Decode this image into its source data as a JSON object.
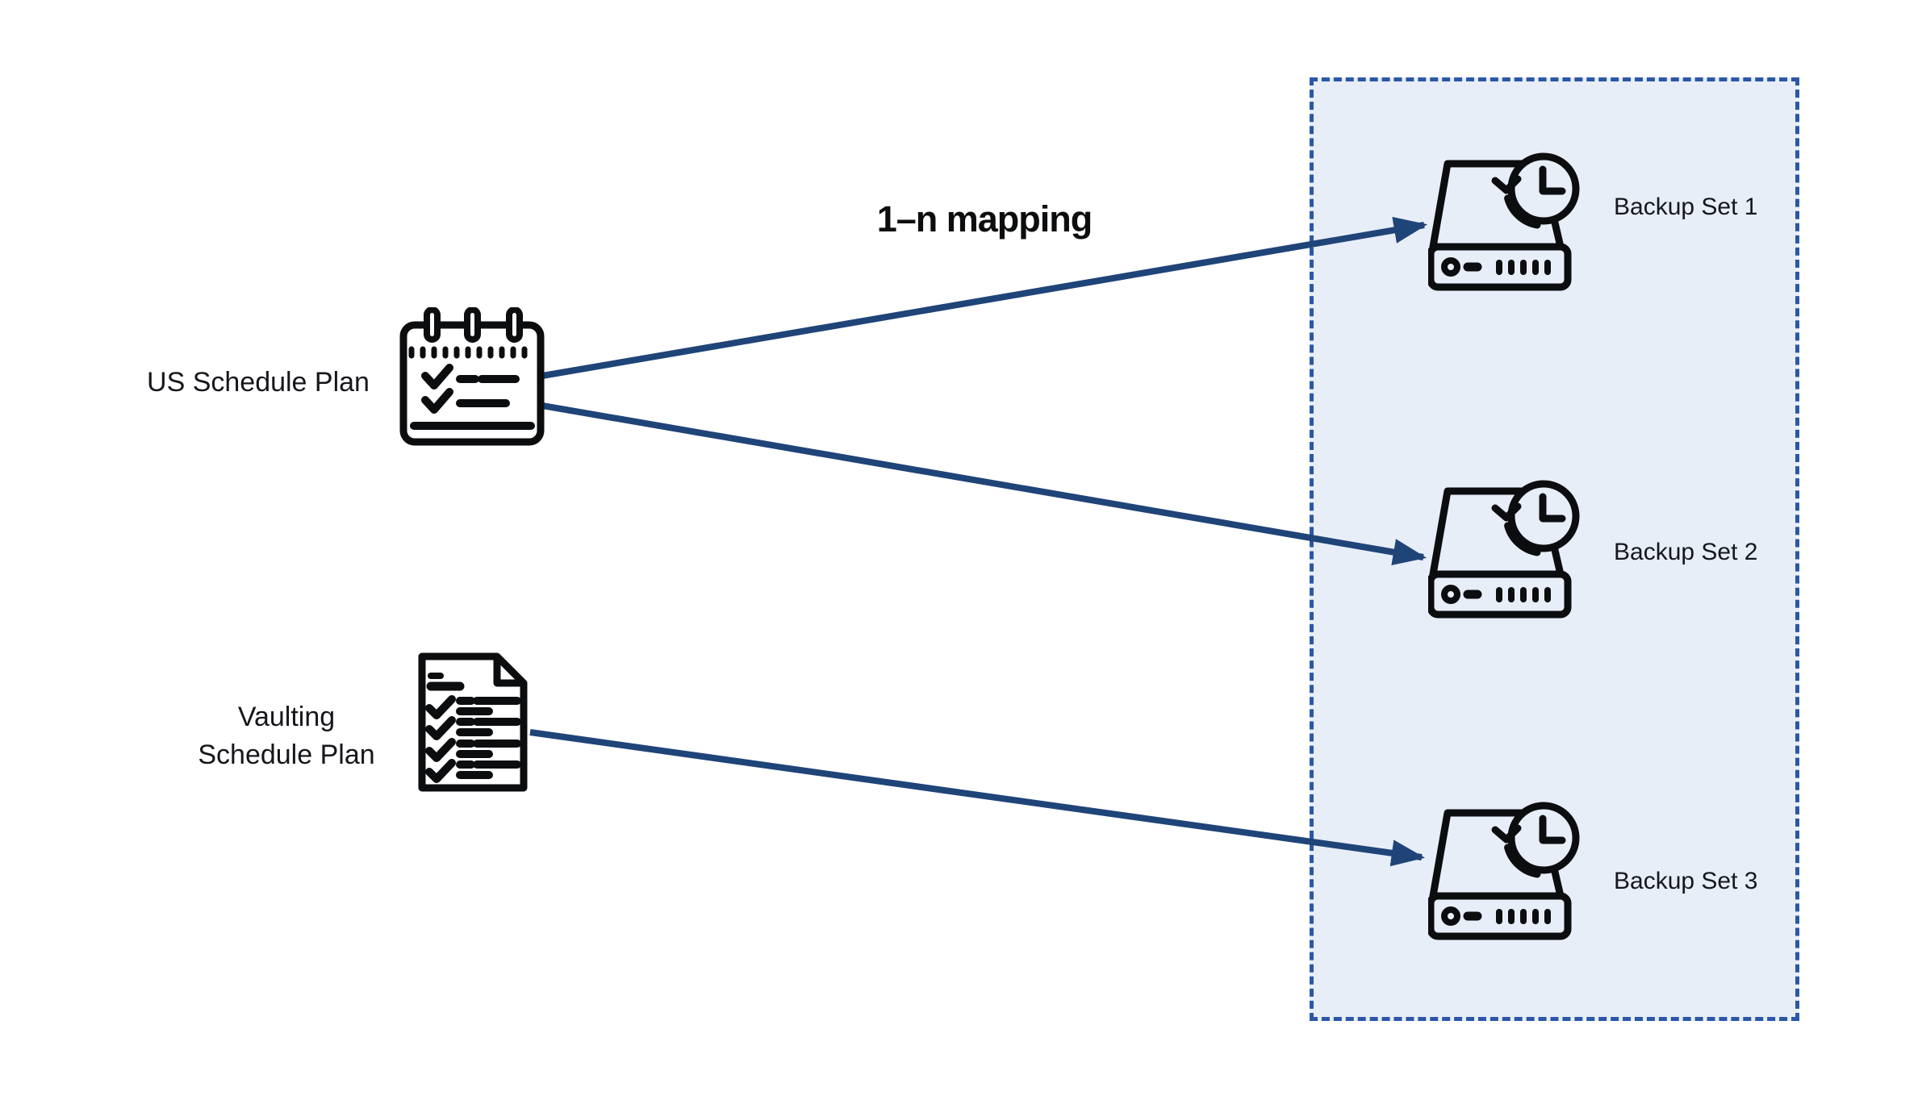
{
  "diagram": {
    "title": "1–n mapping",
    "sources": [
      {
        "id": "us-schedule-plan",
        "label": "US Schedule Plan",
        "icon": "calendar-checklist-icon"
      },
      {
        "id": "vaulting-schedule-plan",
        "label_lines": [
          "Vaulting",
          "Schedule Plan"
        ],
        "icon": "document-checklist-icon"
      }
    ],
    "container": {
      "name": "backup-sets-group",
      "fill": "#e8eef8",
      "border_color": "#2b57a8",
      "border_style": "dashed"
    },
    "targets": [
      {
        "label": "Backup Set 1",
        "icon": "backup-drive-clock-icon"
      },
      {
        "label": "Backup Set 2",
        "icon": "backup-drive-clock-icon"
      },
      {
        "label": "Backup Set 3",
        "icon": "backup-drive-clock-icon"
      }
    ],
    "edges": [
      {
        "from": "US Schedule Plan",
        "to": "Backup Set 1"
      },
      {
        "from": "US Schedule Plan",
        "to": "Backup Set 2"
      },
      {
        "from": "Vaulting Schedule Plan",
        "to": "Backup Set 3"
      }
    ],
    "colors": {
      "arrow": "#1f4478",
      "icon_stroke": "#0c0d0f",
      "text": "#15171c",
      "background": "#ffffff"
    }
  }
}
